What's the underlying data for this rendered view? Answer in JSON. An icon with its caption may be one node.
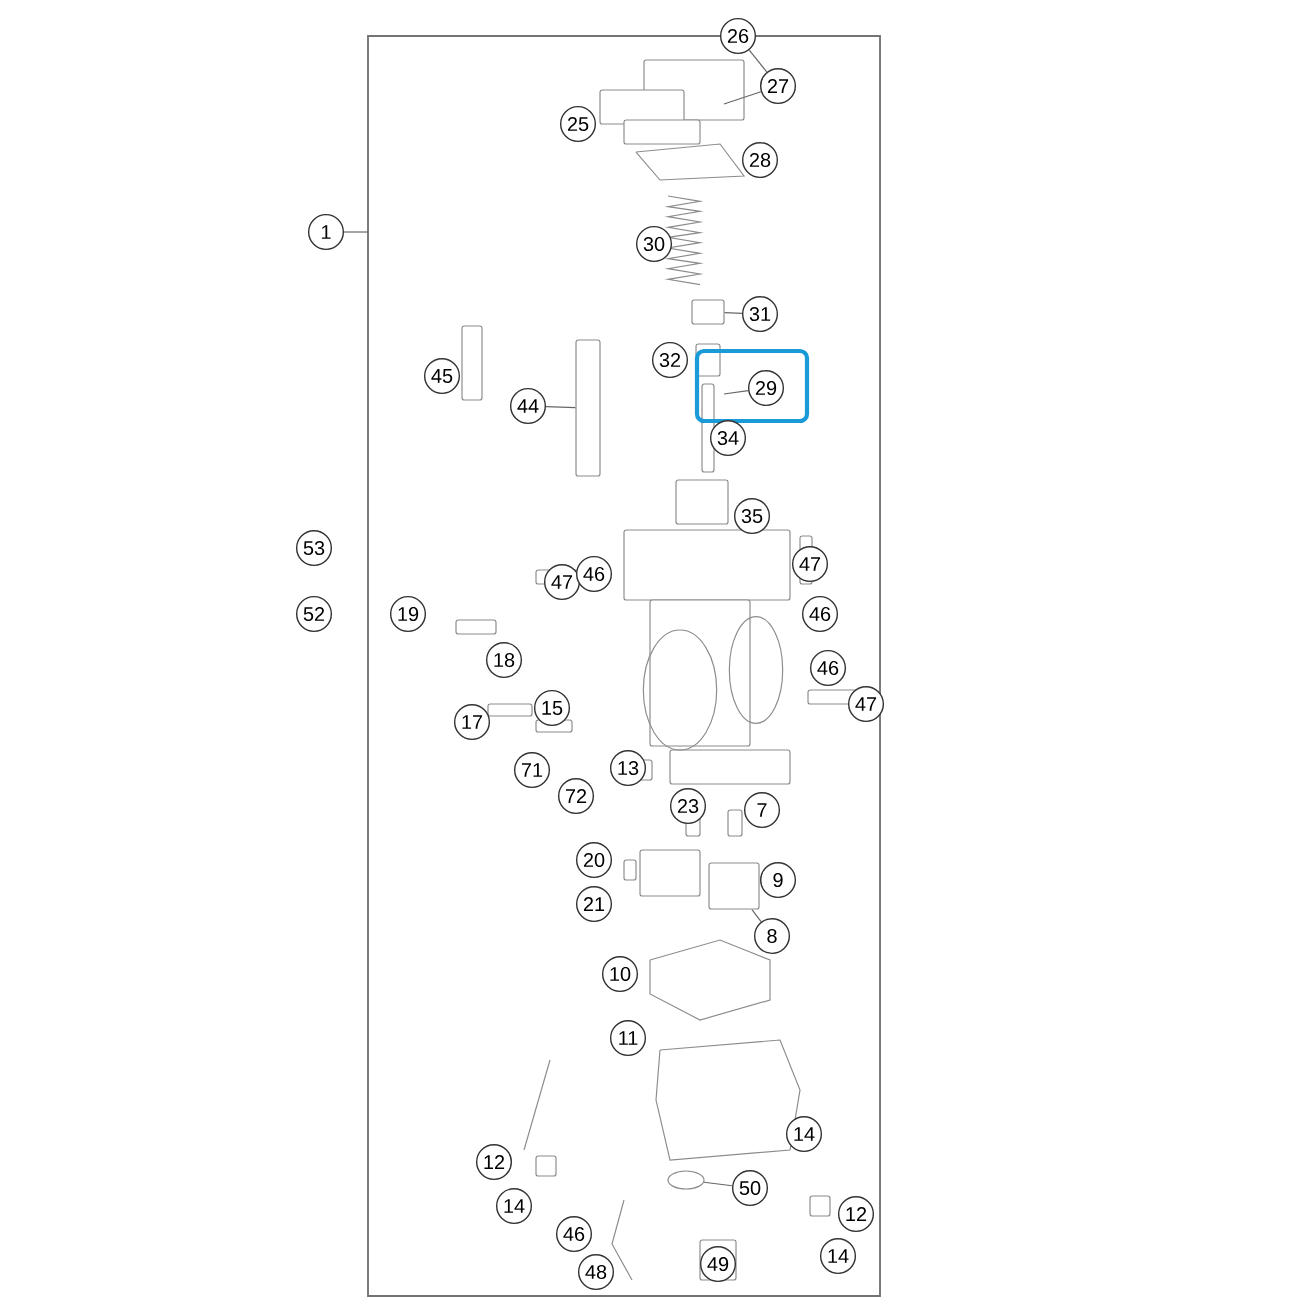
{
  "diagram": {
    "nodes": [
      {
        "text": [
          "1"
        ]
      },
      {
        "text": [
          "26"
        ]
      },
      {
        "text": [
          "27"
        ]
      },
      {
        "text": [
          "25"
        ]
      },
      {
        "text": [
          "28"
        ]
      },
      {
        "text": [
          "30"
        ]
      },
      {
        "text": [
          "31"
        ]
      },
      {
        "text": [
          "32"
        ]
      },
      {
        "text": [],
        "shape": "box"
      },
      {
        "text": [
          "29"
        ],
        "in": 8
      },
      {
        "text": [
          "45"
        ]
      },
      {
        "text": [
          "44"
        ]
      },
      {
        "text": [
          "34"
        ]
      },
      {
        "text": [
          "35"
        ]
      },
      {
        "text": [
          "53"
        ]
      },
      {
        "text": [
          "47"
        ]
      },
      {
        "text": [
          "46"
        ]
      },
      {
        "text": [
          "47"
        ]
      },
      {
        "text": [
          "52"
        ]
      },
      {
        "text": [
          "19"
        ]
      },
      {
        "text": [
          "46"
        ]
      },
      {
        "text": [
          "18"
        ]
      },
      {
        "text": [
          "46"
        ]
      },
      {
        "text": [
          "47"
        ]
      },
      {
        "text": [
          "15"
        ]
      },
      {
        "text": [
          "17"
        ]
      },
      {
        "text": [
          "13"
        ]
      },
      {
        "text": [
          "71"
        ]
      },
      {
        "text": [
          "72"
        ]
      },
      {
        "text": [
          "23"
        ]
      },
      {
        "text": [
          "7"
        ]
      },
      {
        "text": [
          "20"
        ]
      },
      {
        "text": [
          "9"
        ]
      },
      {
        "text": [
          "21"
        ]
      },
      {
        "text": [
          "8"
        ]
      },
      {
        "text": [
          "10"
        ]
      },
      {
        "text": [
          "11"
        ]
      },
      {
        "text": [
          "14"
        ]
      },
      {
        "text": [
          "12"
        ]
      },
      {
        "text": [
          "50"
        ]
      },
      {
        "text": [
          "14"
        ]
      },
      {
        "text": [
          "12"
        ]
      },
      {
        "text": [
          "46"
        ]
      },
      {
        "text": [
          "14"
        ]
      },
      {
        "text": [
          "49"
        ]
      },
      {
        "text": [
          "48"
        ]
      },
      {
        "text": [],
        "shape": "box"
      },
      {
        "text": [],
        "shape": "box"
      },
      {
        "text": [],
        "shape": "circle"
      },
      {
        "text": [],
        "shape": "box"
      }
    ],
    "edges": [
      {
        "from": 0,
        "to": null,
        "arrow": "none"
      },
      {
        "from": 1,
        "to": 2,
        "arrow": "none"
      },
      {
        "from": 2,
        "to": null,
        "arrow": "none"
      },
      {
        "from": 6,
        "to": 46,
        "arrow": "none"
      },
      {
        "from": 9,
        "to": null,
        "arrow": "none"
      },
      {
        "from": 11,
        "to": 49,
        "arrow": "none"
      },
      {
        "from": 34,
        "to": 47,
        "arrow": "none"
      },
      {
        "from": 39,
        "to": 48,
        "arrow": "none"
      }
    ]
  }
}
